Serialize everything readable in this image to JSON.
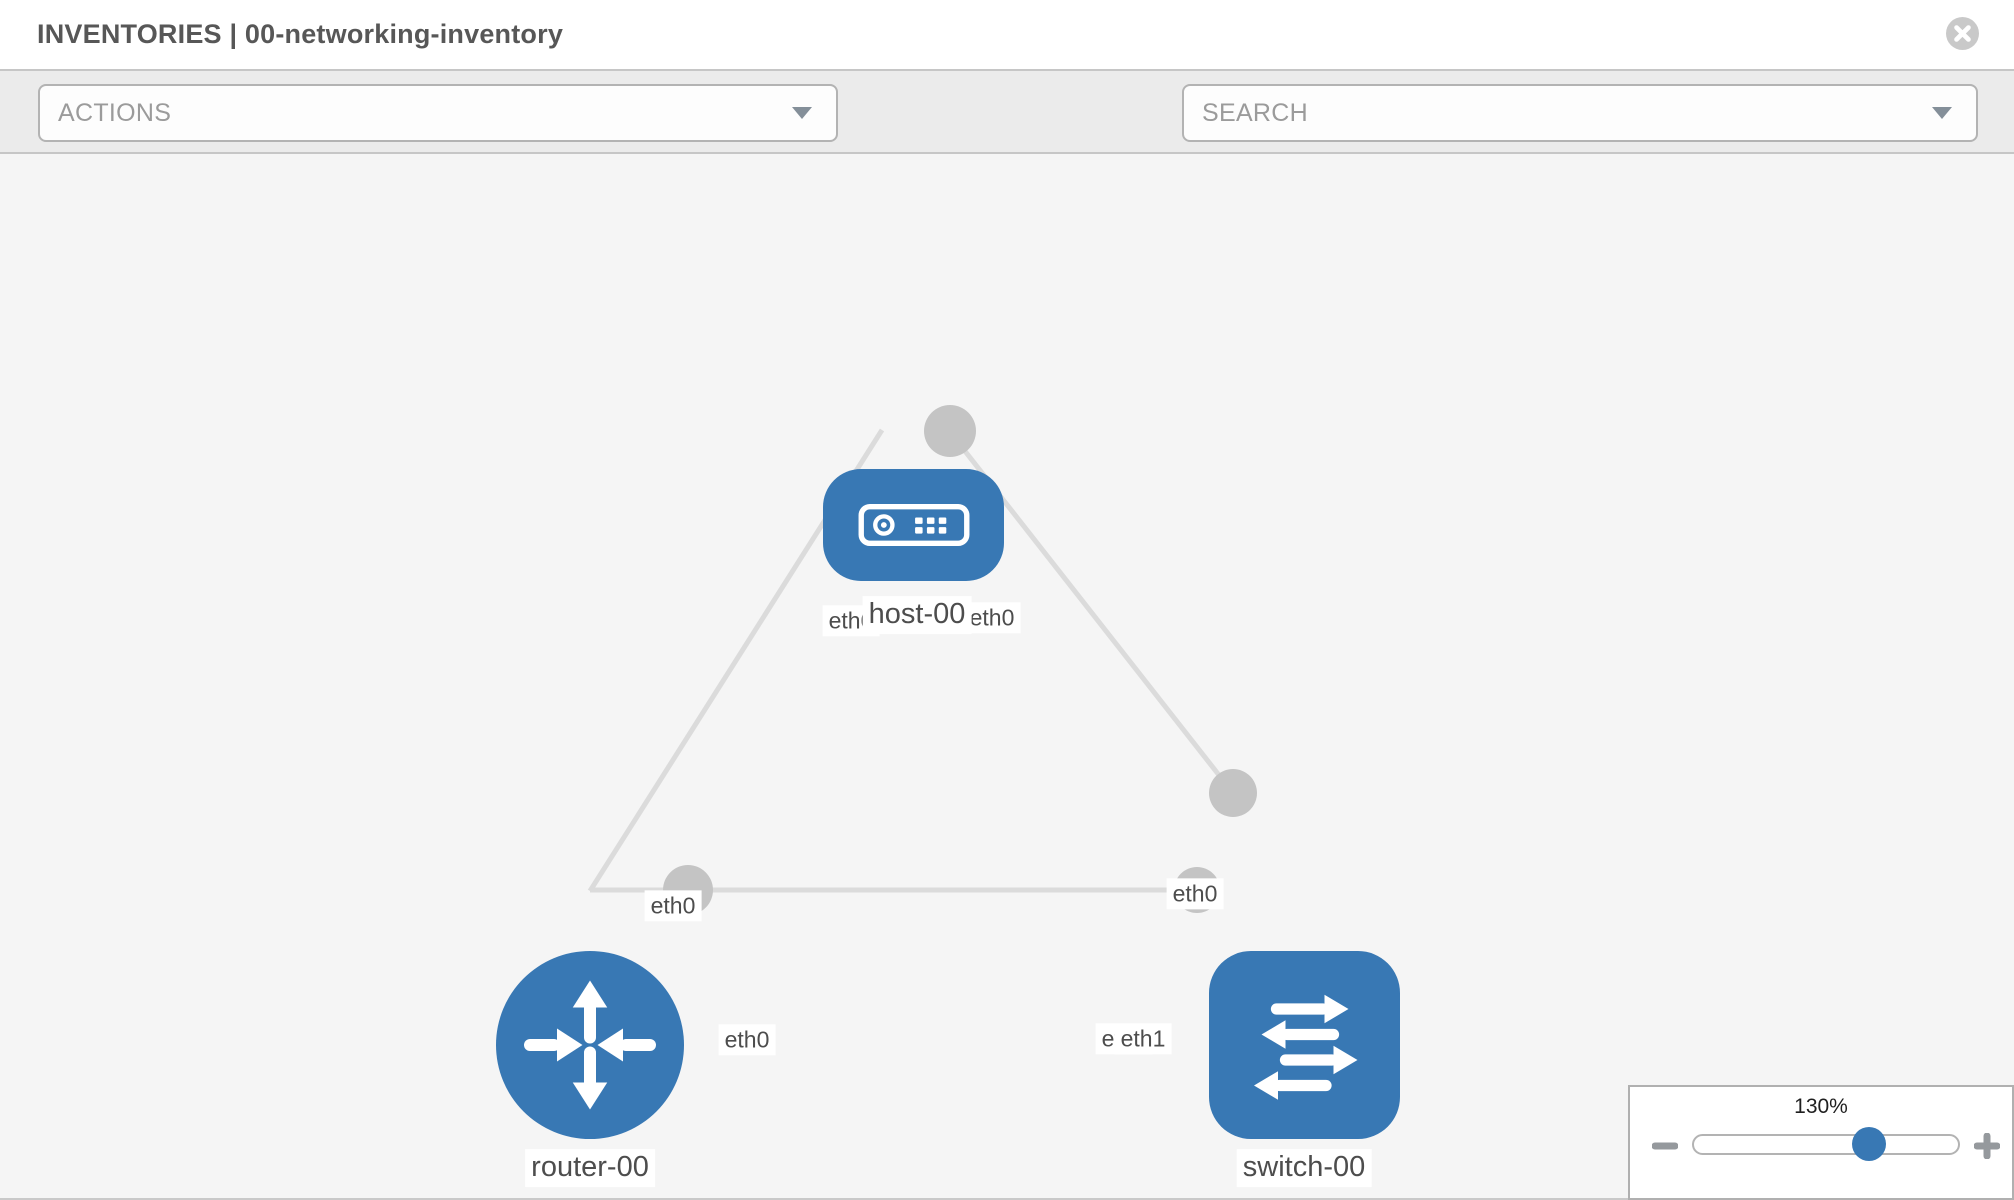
{
  "header": {
    "title": "INVENTORIES | 00-networking-inventory"
  },
  "toolbar": {
    "actions_label": "ACTIONS",
    "search_label": "SEARCH"
  },
  "diagram": {
    "nodes": [
      {
        "id": "host-00",
        "type": "host",
        "label": "host-00"
      },
      {
        "id": "router-00",
        "type": "router",
        "label": "router-00"
      },
      {
        "id": "switch-00",
        "type": "switch",
        "label": "switch-00"
      }
    ],
    "links": [
      {
        "from": "router-00",
        "to": "host-00",
        "labels": [
          "eth0",
          "eth0"
        ]
      },
      {
        "from": "host-00",
        "to": "switch-00",
        "labels": [
          "eth0",
          "eth0"
        ]
      },
      {
        "from": "router-00",
        "to": "switch-00",
        "labels": [
          "eth0",
          "eth0",
          "eth1"
        ]
      }
    ],
    "colors": {
      "node_blue": "#3878b4",
      "port_gray": "#c4c4c4",
      "edge_gray": "#dbdbdb"
    }
  },
  "zoom_control": {
    "value": "130%"
  }
}
